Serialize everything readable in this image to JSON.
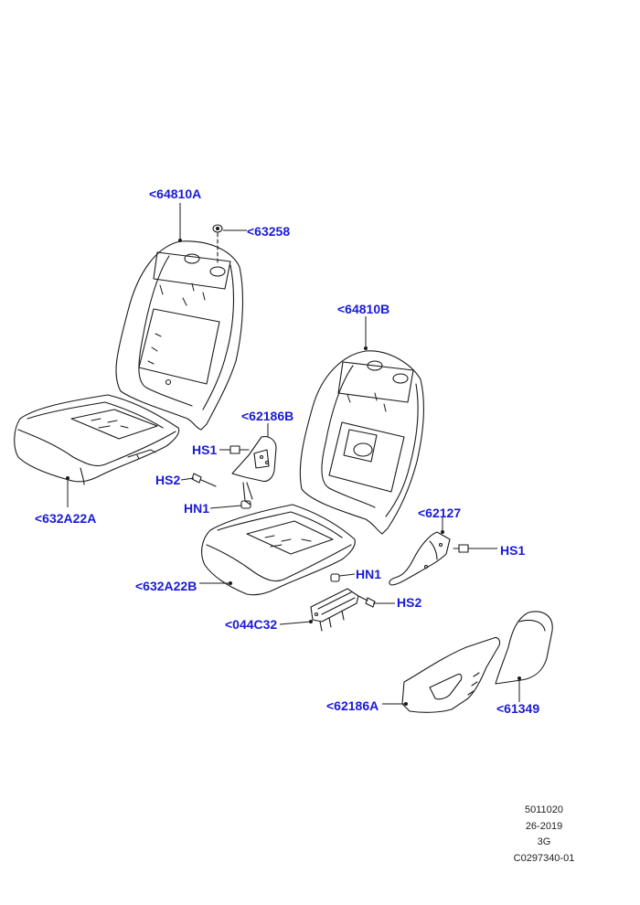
{
  "callouts": {
    "backrest_a": "<64810A",
    "clip": "<63258",
    "backrest_b": "<64810B",
    "bracket_b": "<62186B",
    "hs1_left": "HS1",
    "hs2_left": "HS2",
    "hn1_left": "HN1",
    "cushion_a": "<632A22A",
    "harness": "<62127",
    "hs1_right": "HS1",
    "hn1_right": "HN1",
    "hs2_right": "HS2",
    "cushion_b": "<632A22B",
    "motor": "<044C32",
    "trim_a": "<62186A",
    "cover": "<61349"
  },
  "footer": {
    "line1": "5011020",
    "line2": "26-2019",
    "line3": "3G",
    "line4": "C0297340-01"
  },
  "colors": {
    "callout": "#1a1ad6",
    "line": "#1a1a1a"
  }
}
